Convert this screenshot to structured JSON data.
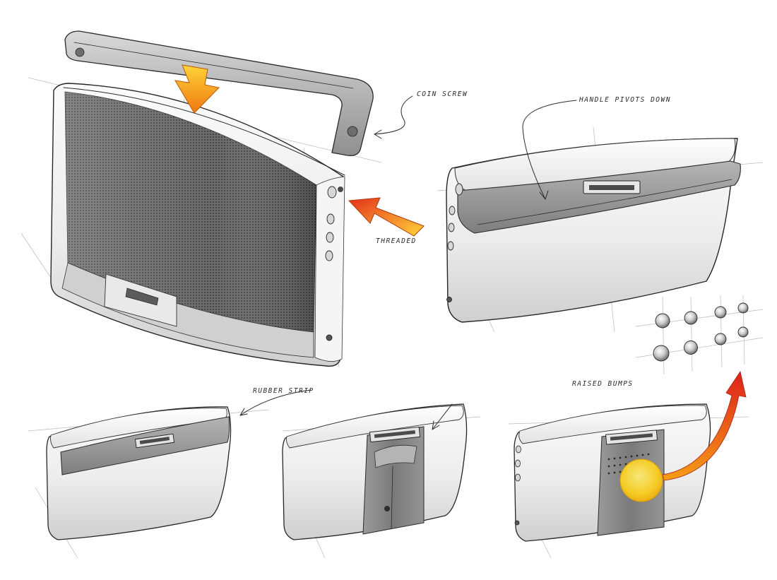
{
  "annotations": {
    "coin_screw": "COIN SCREW",
    "handle_pivots_down": "HANDLE PIVOTS DOWN",
    "threaded": "THREADED",
    "rubber_strip": "RUBBER STRIP",
    "raised_bumps": "RAISED BUMPS"
  },
  "colors": {
    "arrow_orange": "#f7a21a",
    "arrow_red": "#e2231a",
    "bump_highlight": "#ffd21f",
    "body_shell": "#f1f1f1",
    "grille_dark": "#5a5a5a",
    "accent_gray": "#8a8a8a"
  },
  "views": [
    "exploded-handle-view",
    "handle-folded-view",
    "rubber-strip-view",
    "center-panel-view",
    "raised-bumps-view",
    "bump-detail-sketches"
  ]
}
